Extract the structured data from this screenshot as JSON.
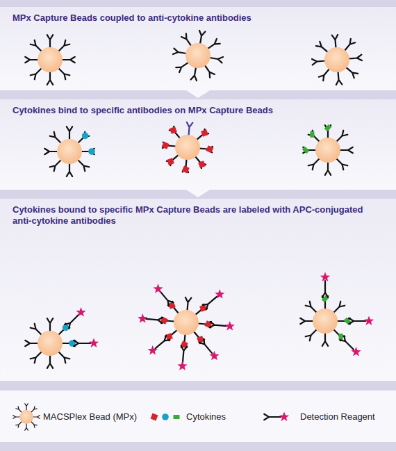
{
  "diagram": {
    "nodes": [
      {
        "text": [
          "MPx Capture Beads coupled to anti-cytokine antibodies"
        ]
      },
      {
        "text": [
          "Cytokines bind to specific antibodies on MPx Capture Beads"
        ]
      },
      {
        "text": [
          "Cytokines bound to specific MPx Capture Beads are labeled with APC-conjugated anti-cytokine antibodies"
        ]
      }
    ],
    "legend": [
      {
        "text": "MACSPlex Bead (MPx)"
      },
      {
        "text": "Cytokines"
      },
      {
        "text": "Detection Reagent"
      }
    ]
  }
}
